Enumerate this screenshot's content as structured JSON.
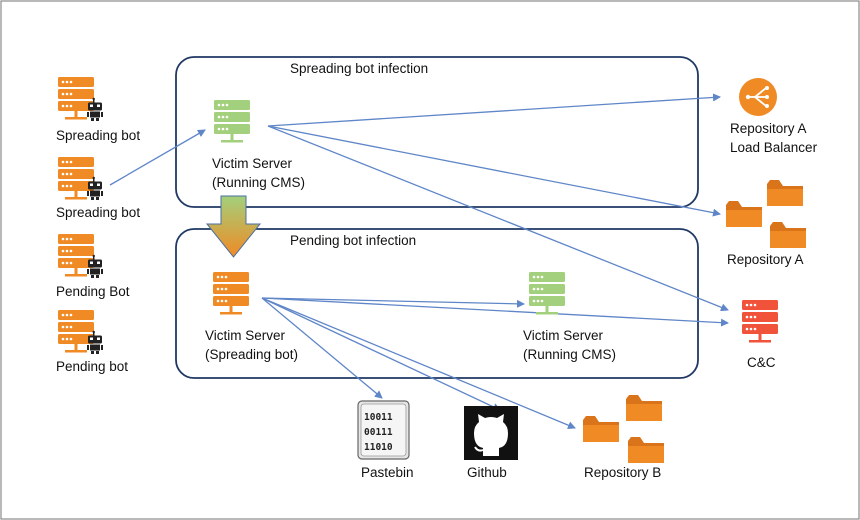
{
  "groups": {
    "spreading": {
      "title": "Spreading bot infection"
    },
    "pending": {
      "title": "Pending bot infection"
    }
  },
  "left_bots": [
    {
      "label": "Spreading bot"
    },
    {
      "label": "Spreading bot"
    },
    {
      "label": "Pending Bot"
    },
    {
      "label": "Pending bot"
    }
  ],
  "nodes": {
    "victim_cms_top": {
      "line1": "Victim Server",
      "line2": "(Running CMS)"
    },
    "victim_spreading": {
      "line1": "Victim Server",
      "line2": "(Spreading bot)"
    },
    "victim_cms_bottom": {
      "line1": "Victim Server",
      "line2": "(Running CMS)"
    },
    "repo_a_lb": {
      "line1": "Repository A",
      "line2": "Load Balancer"
    },
    "repo_a": {
      "label": "Repository A"
    },
    "cnc": {
      "label": "C&C"
    },
    "pastebin": {
      "label": "Pastebin",
      "lines": [
        "10011",
        "00111",
        "11010"
      ]
    },
    "github": {
      "label": "Github"
    },
    "repo_b": {
      "label": "Repository B"
    }
  },
  "colors": {
    "orange": "#f08a24",
    "green": "#a3d07c",
    "red": "#f0523a",
    "arrow": "#5f86c8",
    "frame": "#1f3864"
  }
}
